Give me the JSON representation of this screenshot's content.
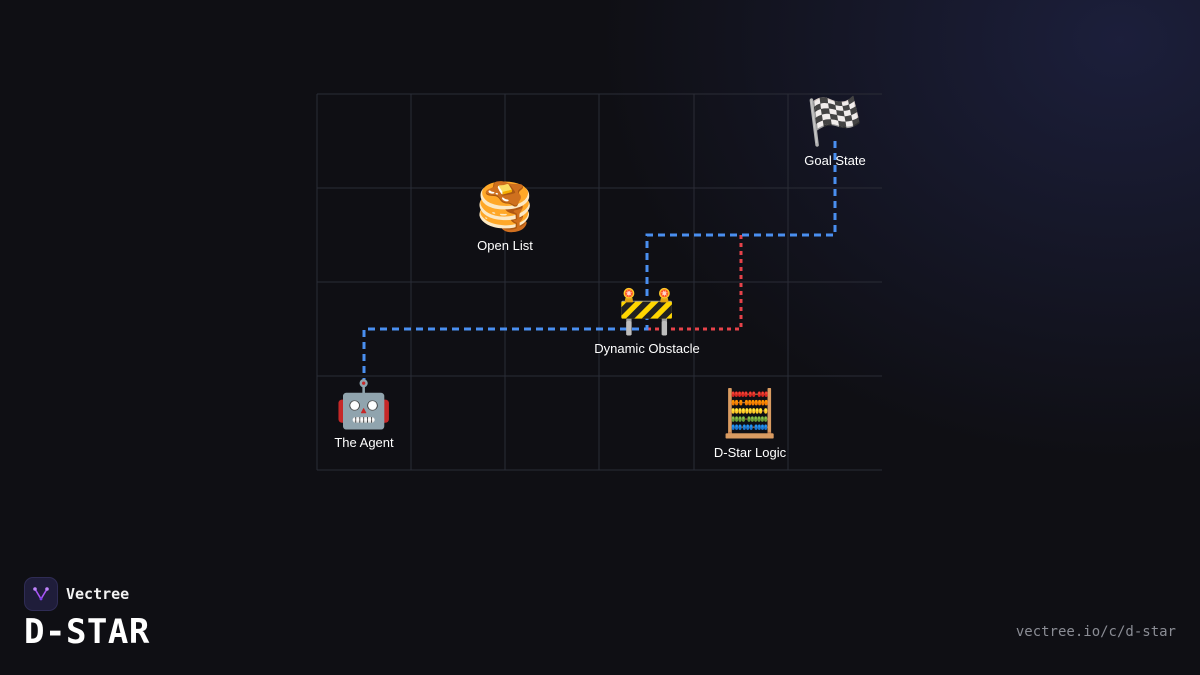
{
  "brand": {
    "name": "Vectree",
    "logo_color": "#a855f7"
  },
  "title": "D-STAR",
  "url": "vectree.io/c/d-star",
  "colors": {
    "path_blue": "#4a8ff0",
    "path_red": "#e5434a"
  },
  "nodes": {
    "goal": {
      "icon": "checkered-flag-icon",
      "glyph": "🏁",
      "label": "Goal State"
    },
    "open_list": {
      "icon": "pancakes-icon",
      "glyph": "🥞",
      "label": "Open List"
    },
    "obstacle": {
      "icon": "construction-barrier-icon",
      "glyph": "🚧",
      "label": "Dynamic Obstacle"
    },
    "agent": {
      "icon": "robot-icon",
      "glyph": "🤖",
      "label": "The Agent"
    },
    "logic": {
      "icon": "abacus-icon",
      "glyph": "🧮",
      "label": "D-Star Logic"
    }
  }
}
